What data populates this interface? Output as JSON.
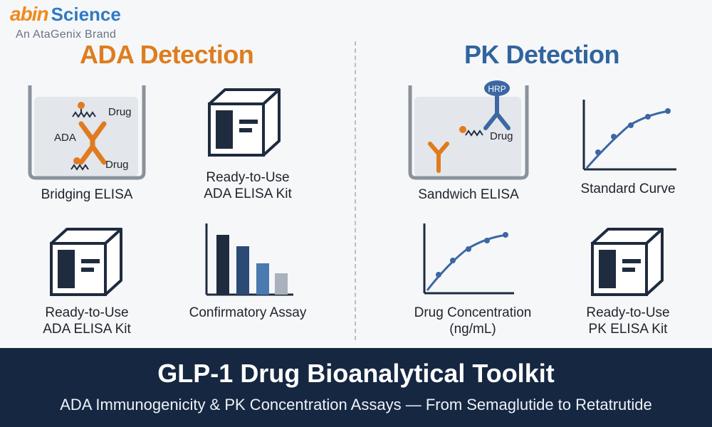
{
  "logo": {
    "abin": "abin",
    "science": "Science",
    "tagline": "An AtaGenix Brand"
  },
  "ada": {
    "title": "ADA Detection",
    "bridging": {
      "label": "Bridging ELISA",
      "drug_top": "Drug",
      "drug_bottom": "Drug",
      "ada": "ADA"
    },
    "kit_top": {
      "line1": "Ready-to-Use",
      "line2": "ADA ELISA Kit"
    },
    "kit_bottom": {
      "line1": "Ready-to-Use",
      "line2": "ADA ELISA Kit"
    },
    "confirmatory": {
      "label": "Confirmatory Assay"
    }
  },
  "pk": {
    "title": "PK Detection",
    "sandwich": {
      "label": "Sandwich ELISA",
      "hrp": "HRP",
      "drug": "Drug"
    },
    "standard_curve": {
      "label": "Standard Curve"
    },
    "drug_conc": {
      "line1": "Drug Concentration",
      "line2": "(ng/mL)"
    },
    "kit": {
      "line1": "Ready-to-Use",
      "line2": "PK ELISA Kit"
    }
  },
  "footer": {
    "title": "GLP-1 Drug Bioanalytical Toolkit",
    "subtitle": "ADA Immunogenicity & PK Concentration Assays — From Semaglutide to Retatrutide"
  },
  "colors": {
    "orange": "#de7d1e",
    "blue": "#31649e",
    "navy": "#162742",
    "dark": "#1f2b3e"
  },
  "icons": {
    "bridging": "elisa-well-icon",
    "sandwich": "elisa-well-icon",
    "kit": "kit-box-icon",
    "bars": "bar-chart-icon",
    "curve": "curve-chart-icon"
  }
}
